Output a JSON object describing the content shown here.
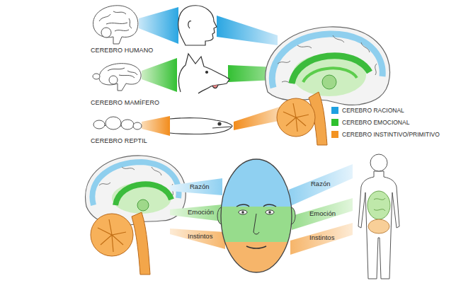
{
  "diagram": {
    "labels": [
      "CEREBRO HUMANO",
      "CEREBRO MAMÍFERO",
      "CEREBRO REPTIL",
      "Razón",
      "Emoción",
      "Instintos",
      "Razón",
      "Emoción",
      "Instintos"
    ],
    "legend": [
      {
        "text": "CEREBRO RACIONAL",
        "color": "#1ea0e0"
      },
      {
        "text": "CEREBRO EMOCIONAL",
        "color": "#2fc02f"
      },
      {
        "text": "CEREBRO INSTINTIVO/PRIMITIVO",
        "color": "#f39322"
      }
    ]
  }
}
